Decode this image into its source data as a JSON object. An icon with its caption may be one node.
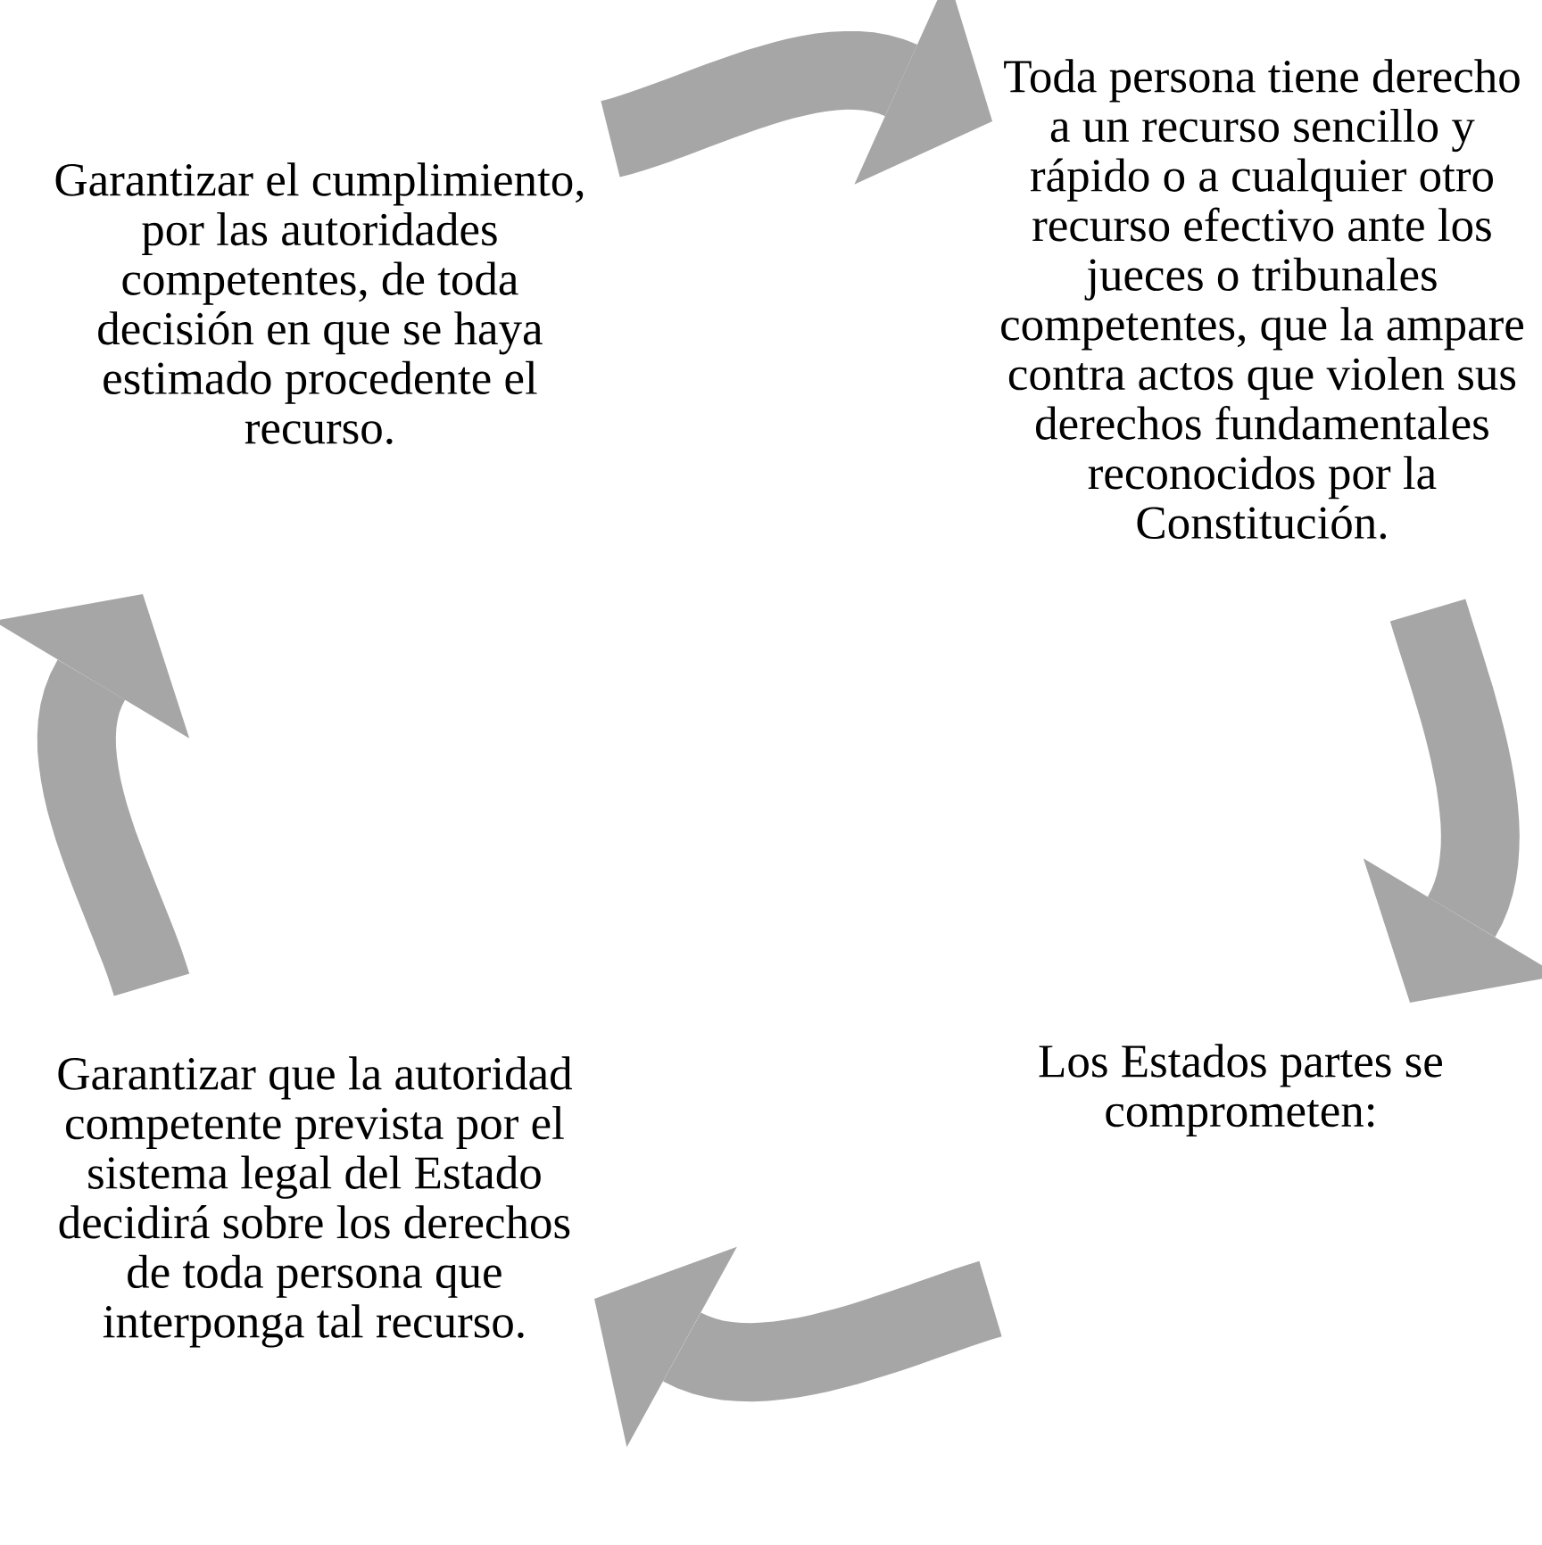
{
  "diagram": {
    "nodes": [
      {
        "text": [
          "Garantizar el cumplimiento, por las autoridades competentes, de toda decisión en que se haya estimado procedente el recurso."
        ]
      },
      {
        "text": [
          "Toda persona tiene derecho a un recurso sencillo y rápido o a cualquier otro recurso efectivo ante los jueces o tribunales competentes, que la ampare contra actos que violen sus derechos fundamentales reconocidos por la Constitución."
        ]
      },
      {
        "text": [
          "Garantizar que la autoridad competente prevista por el sistema legal del Estado decidirá sobre los derechos de toda persona que interponga tal recurso."
        ]
      },
      {
        "text": [
          "Los Estados partes se comprometen:"
        ]
      }
    ],
    "edges": [
      {
        "from": 0,
        "to": 1,
        "arrow": "to"
      },
      {
        "from": 1,
        "to": 3,
        "arrow": "to"
      },
      {
        "from": 3,
        "to": 2,
        "arrow": "to"
      },
      {
        "from": 2,
        "to": 0,
        "arrow": "to"
      }
    ]
  }
}
